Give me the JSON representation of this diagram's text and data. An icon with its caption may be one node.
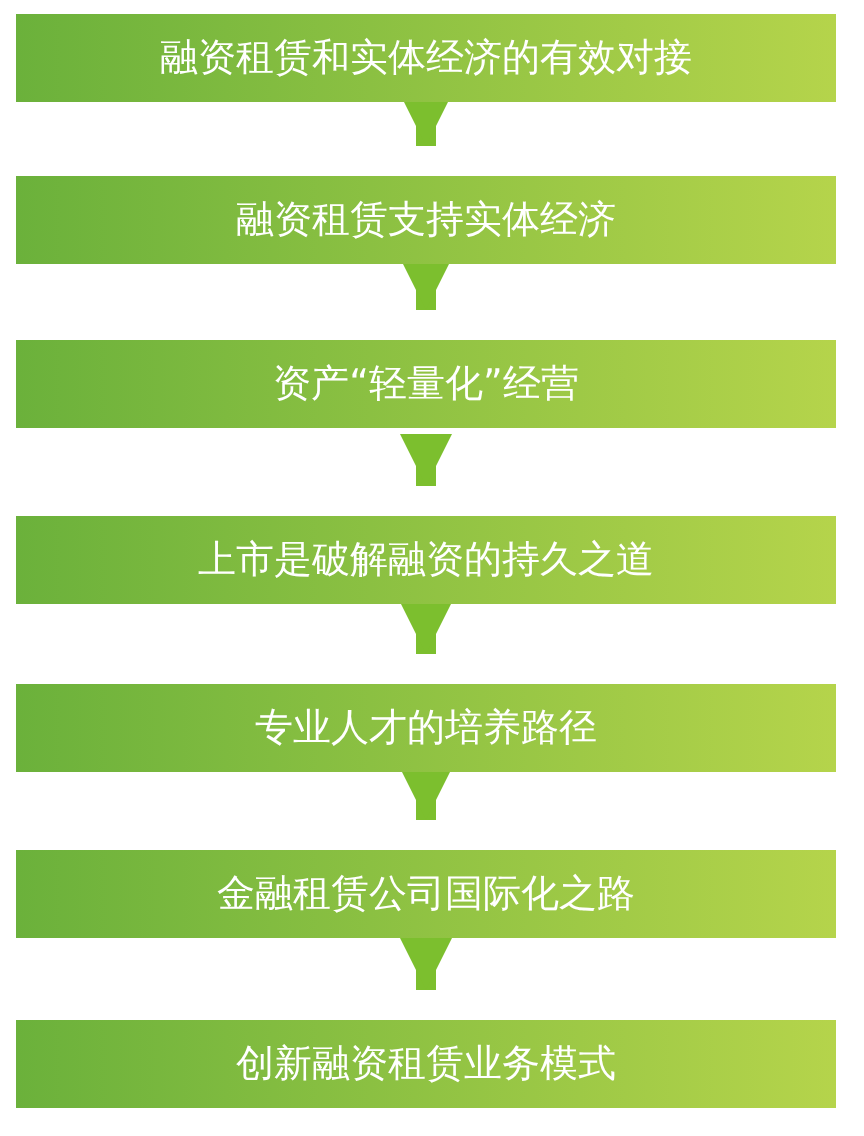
{
  "diagram": {
    "nodes": [
      {
        "text": [
          "融资租赁和实体经济的有效对接"
        ]
      },
      {
        "text": [
          "融资租赁支持实体经济"
        ]
      },
      {
        "text": [
          "资产“轻量化”经营"
        ]
      },
      {
        "text": [
          "上市是破解融资的持久之道"
        ]
      },
      {
        "text": [
          "专业人才的培养路径"
        ]
      },
      {
        "text": [
          "金融租赁公司国际化之路"
        ]
      },
      {
        "text": [
          "创新融资租赁业务模式"
        ]
      }
    ],
    "edges": [
      {
        "from": 0,
        "to": 1,
        "arrow": "to"
      },
      {
        "from": 1,
        "to": 2,
        "arrow": "to"
      },
      {
        "from": 2,
        "to": 3,
        "arrow": "to"
      },
      {
        "from": 3,
        "to": 4,
        "arrow": "to"
      },
      {
        "from": 4,
        "to": 5,
        "arrow": "to"
      },
      {
        "from": 5,
        "to": 6,
        "arrow": "to"
      }
    ]
  }
}
